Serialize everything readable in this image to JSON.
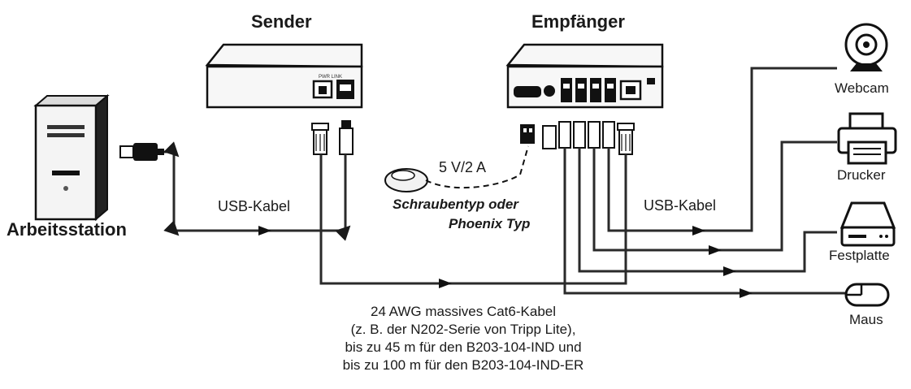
{
  "titles": {
    "sender": "Sender",
    "receiver": "Empfänger",
    "workstation": "Arbeitsstation"
  },
  "labels": {
    "usb_cable_left": "USB-Kabel",
    "usb_cable_right": "USB-Kabel",
    "power": "5 V/2 A",
    "connector_line1": "Schraubentyp oder",
    "connector_line2": "Phoenix Typ"
  },
  "devices": {
    "webcam": "Webcam",
    "printer": "Drucker",
    "hdd": "Festplatte",
    "mouse": "Maus"
  },
  "cable_note": [
    "24 AWG massives Cat6-Kabel",
    "(z. B. der N202-Serie von Tripp Lite),",
    "bis zu 45 m für den B203-104-IND und",
    "bis zu 100 m für den B203-104-IND-ER"
  ],
  "colors": {
    "line": "#2a2a2a",
    "device_fill": "#ffffff",
    "dark": "#111111"
  }
}
